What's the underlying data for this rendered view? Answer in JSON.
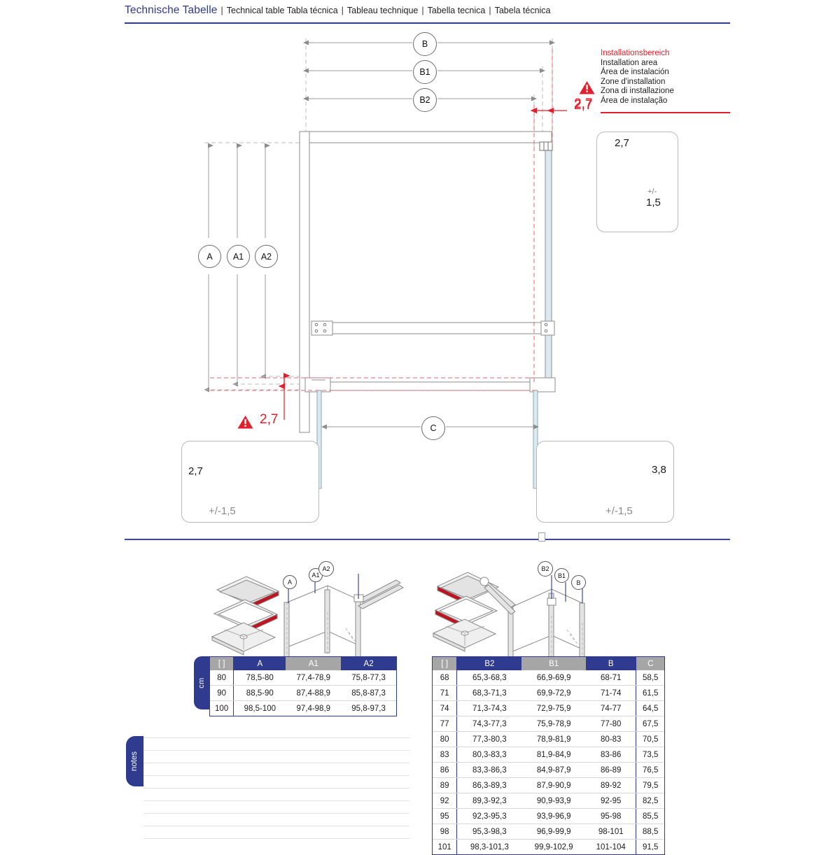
{
  "header": {
    "title": "Technische Tabelle",
    "sep": "|",
    "subtitle_1": "Technical table Tabla técnica",
    "subtitle_2": "Tableau technique",
    "subtitle_3": "Tabella tecnica",
    "subtitle_4": "Tabela técnica",
    "accent_color": "#2e3b8f"
  },
  "legend": {
    "warning_value": "2,7",
    "warning_color": "#e0202c",
    "lines": [
      "Installationsbereich",
      "Installation area",
      "Área de instalación",
      "Zone d'installation",
      "Zona di installazione",
      "Área de instalação"
    ]
  },
  "main_drawing": {
    "horizontal_dimensions": [
      "B",
      "B1",
      "B2"
    ],
    "vertical_dimensions": [
      "A",
      "A1",
      "A2"
    ],
    "bottom_dimension": "C",
    "gap_warning": "2,7",
    "gap_warning_top": "2,7"
  },
  "details": {
    "top_right": {
      "width_label": "2,7",
      "tolerance_prefix": "+/-",
      "tolerance_value": "1,5"
    },
    "bottom_left": {
      "height_label": "2,7",
      "tolerance_label": "+/-1,5"
    },
    "bottom_right": {
      "height_label": "3,8",
      "tolerance_label": "+/-1,5"
    }
  },
  "iso_left": {
    "callouts": [
      "A",
      "A1",
      "A2"
    ]
  },
  "iso_right": {
    "callouts": [
      "B2",
      "B1",
      "B"
    ]
  },
  "table_a": {
    "unit_label": "cm",
    "headers": [
      "[ ]",
      "A",
      "A1",
      "A2"
    ],
    "header_styles": [
      "grey",
      "blue",
      "grey",
      "blue"
    ],
    "rows": [
      [
        "80",
        "78,5-80",
        "77,4-78,9",
        "75,8-77,3"
      ],
      [
        "90",
        "88,5-90",
        "87,4-88,9",
        "85,8-87,3"
      ],
      [
        "100",
        "98,5-100",
        "97,4-98,9",
        "95,8-97,3"
      ]
    ]
  },
  "table_b": {
    "headers": [
      "[ ]",
      "B2",
      "B1",
      "B",
      "C"
    ],
    "header_styles": [
      "grey",
      "blue",
      "grey",
      "blue",
      "grey"
    ],
    "rows": [
      [
        "68",
        "65,3-68,3",
        "66,9-69,9",
        "68-71",
        "58,5"
      ],
      [
        "71",
        "68,3-71,3",
        "69,9-72,9",
        "71-74",
        "61,5"
      ],
      [
        "74",
        "71,3-74,3",
        "72,9-75,9",
        "74-77",
        "64,5"
      ],
      [
        "77",
        "74,3-77,3",
        "75,9-78,9",
        "77-80",
        "67,5"
      ],
      [
        "80",
        "77,3-80,3",
        "78,9-81,9",
        "80-83",
        "70,5"
      ],
      [
        "83",
        "80,3-83,3",
        "81,9-84,9",
        "83-86",
        "73,5"
      ],
      [
        "86",
        "83,3-86,3",
        "84,9-87,9",
        "86-89",
        "76,5"
      ],
      [
        "89",
        "86,3-89,3",
        "87,9-90,9",
        "89-92",
        "79,5"
      ],
      [
        "92",
        "89,3-92,3",
        "90,9-93,9",
        "92-95",
        "82,5"
      ],
      [
        "95",
        "92,3-95,3",
        "93,9-96,9",
        "95-98",
        "85,5"
      ],
      [
        "98",
        "95,3-98,3",
        "96,9-99,9",
        "98-101",
        "88,5"
      ],
      [
        "101",
        "98,3-101,3",
        "99,9-102,9",
        "101-104",
        "91,5"
      ]
    ]
  },
  "notes": {
    "label": "notes"
  }
}
